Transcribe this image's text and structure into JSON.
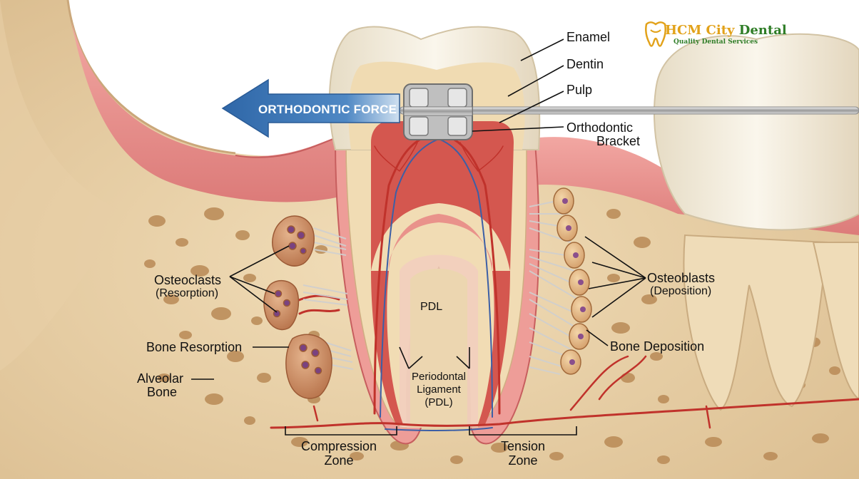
{
  "logo": {
    "brand_part1": "HCM City ",
    "brand_part2": "Dental",
    "tagline": "Quality Dental Services"
  },
  "arrow": {
    "label": "ORTHODONTIC FORCE"
  },
  "labels": {
    "enamel": "Enamel",
    "dentin": "Dentin",
    "pulp": "Pulp",
    "bracket_line1": "Orthodontic",
    "bracket_line2": "Bracket",
    "osteoclasts": "Osteoclasts",
    "osteoclasts_sub": "(Resorption)",
    "osteoblasts": "Osteoblasts",
    "osteoblasts_sub": "(Deposition)",
    "bone_resorption": "Bone Resorption",
    "bone_deposition": "Bone Deposition",
    "alveolar_line1": "Alveolar",
    "alveolar_line2": "Bone",
    "pdl": "PDL",
    "periodontal_line1": "Periodontal",
    "periodontal_line2": "Ligament",
    "periodontal_line3": "(PDL)",
    "compression_line1": "Compression",
    "compression_line2": "Zone",
    "tension_line1": "Tension",
    "tension_line2": "Zone"
  },
  "colors": {
    "bone": "#e9d3ad",
    "gum": "#e48a8a",
    "enamel": "#f4ecd9",
    "dentin": "#eed7b0",
    "pulp": "#d4574f",
    "arrow": "#3f78b5",
    "vessel_red": "#c0322b",
    "vessel_blue": "#3c5fa6"
  }
}
